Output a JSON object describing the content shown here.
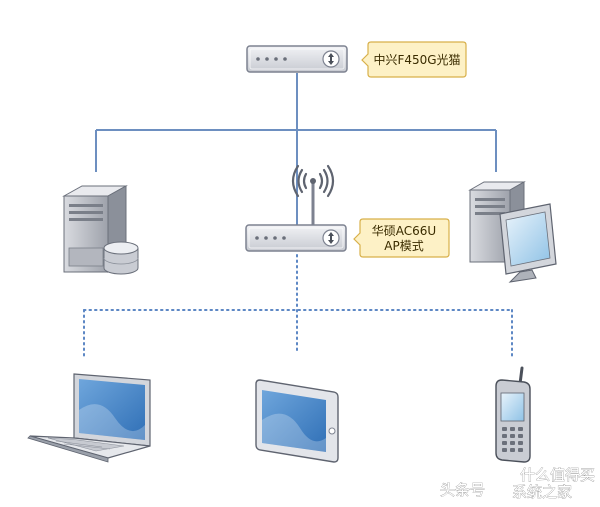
{
  "diagram": {
    "nodes": {
      "modem": {
        "label": "中兴F450G光猫",
        "icon": "router-icon"
      },
      "router": {
        "label_lines": [
          "华硕AC66U",
          "AP模式"
        ],
        "icon": "wifi-router-icon"
      },
      "server": {
        "icon": "server-icon"
      },
      "desktop": {
        "icon": "desktop-computer-icon"
      },
      "laptop": {
        "icon": "laptop-icon"
      },
      "tablet": {
        "icon": "tablet-icon"
      },
      "phone": {
        "icon": "mobile-phone-icon"
      }
    },
    "links": {
      "wired": "solid",
      "wireless": "dotted"
    }
  },
  "watermark": {
    "left": "头条号",
    "right_lines": [
      "什么值得买",
      "系统之家"
    ]
  },
  "colors": {
    "line": "#6d8fc0",
    "callout_fill": "#fdf1c6",
    "callout_border": "#d8b04a",
    "device_gray": "#c9ccd3",
    "screen_blue": "#3f7fc4"
  }
}
